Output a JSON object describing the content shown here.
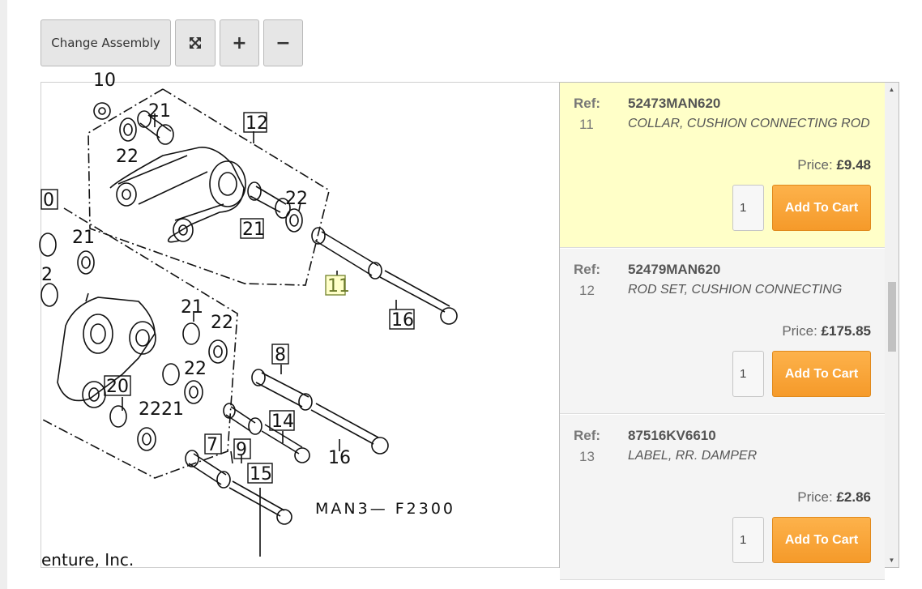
{
  "toolbar": {
    "change_assembly_label": "Change Assembly",
    "fit_icon": "expand-arrows-icon",
    "zoom_in_label": "+",
    "zoom_out_label": "−"
  },
  "diagram": {
    "labels": {
      "l10": "10",
      "l12": "12",
      "l0": "0",
      "l21a": "21",
      "l22a": "22",
      "l21b": "21",
      "l22b": "22",
      "l21c": "21",
      "l2": "2",
      "l11": "11",
      "l16a": "16",
      "l21d": "21",
      "l22c": "22",
      "l8": "8",
      "l22d": "22",
      "l20": "20",
      "l2221": "2221",
      "l14": "14",
      "l7": "7",
      "l9": "9",
      "l16b": "16",
      "l15": "15"
    },
    "code": "MAN3— F2300",
    "copyright_fragment": "enture, Inc."
  },
  "parts": [
    {
      "ref_label": "Ref:",
      "ref": "11",
      "part_number": "52473MAN620",
      "description": "COLLAR, CUSHION CONNECTING ROD",
      "price_label": "Price:",
      "price": "£9.48",
      "qty": "1",
      "button": "Add To Cart",
      "highlighted": true
    },
    {
      "ref_label": "Ref:",
      "ref": "12",
      "part_number": "52479MAN620",
      "description": "ROD SET, CUSHION CONNECTING",
      "price_label": "Price:",
      "price": "£175.85",
      "qty": "1",
      "button": "Add To Cart",
      "highlighted": false
    },
    {
      "ref_label": "Ref:",
      "ref": "13",
      "part_number": "87516KV6610",
      "description": "LABEL, RR. DAMPER",
      "price_label": "Price:",
      "price": "£2.86",
      "qty": "1",
      "button": "Add To Cart",
      "highlighted": false
    }
  ],
  "colors": {
    "highlight": "#ffffc8",
    "cart_button": "#f9a73a",
    "label_highlight": "#ffffc8"
  }
}
